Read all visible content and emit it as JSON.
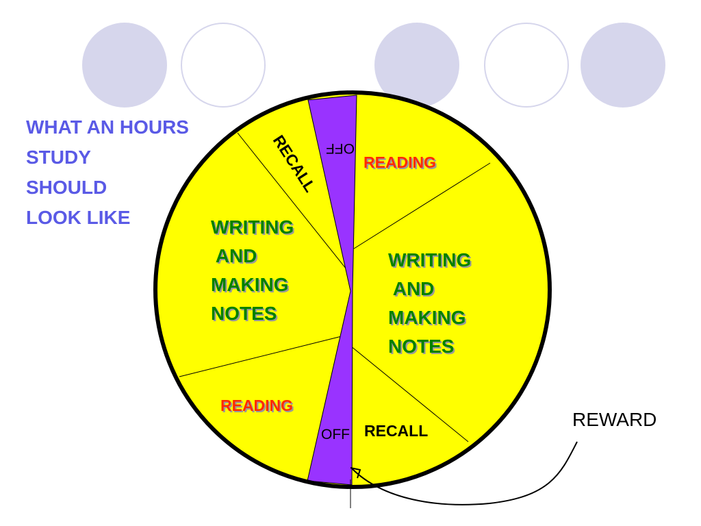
{
  "title": {
    "lines": [
      "WHAT AN HOURS",
      "STUDY",
      "SHOULD",
      "LOOK LIKE"
    ]
  },
  "wheel": {
    "segments": {
      "reading_top": "READING",
      "writing_right": [
        "WRITING",
        " AND",
        "MAKING",
        "NOTES"
      ],
      "recall_bottom": "RECALL",
      "off_bottom": "OFF",
      "reading_bottom": "READING",
      "writing_left": [
        "WRITING",
        " AND",
        "MAKING",
        "NOTES"
      ],
      "recall_top": "RECALL",
      "off_top": "OFF"
    }
  },
  "annotation": {
    "reward": "REWARD"
  },
  "colors": {
    "wheel_fill": "#ffff00",
    "wheel_border": "#000000",
    "off_band": "#9933ff",
    "title": "#5a5ae6",
    "reading_text": "#ff2a00",
    "writing_text": "#008000",
    "decorative_circles": "#d6d6ec"
  }
}
